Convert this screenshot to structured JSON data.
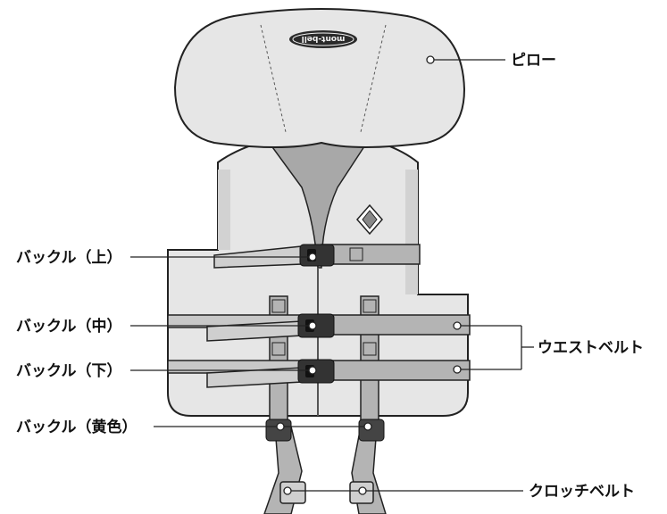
{
  "diagram": {
    "logo_text": "mont-bell",
    "labels": {
      "pillow": "ピロー",
      "buckle_top": "バックル（上）",
      "buckle_middle": "バックル（中）",
      "buckle_bottom": "バックル（下）",
      "buckle_yellow": "バックル（黄色）",
      "waist_belt": "ウエストベルト",
      "crotch_belt": "クロッチベルト"
    },
    "colors": {
      "outline": "#222222",
      "body_fill": "#e6e6e6",
      "inner_fill": "#a8a8a8",
      "strap_fill": "#b4b4b4"
    }
  }
}
